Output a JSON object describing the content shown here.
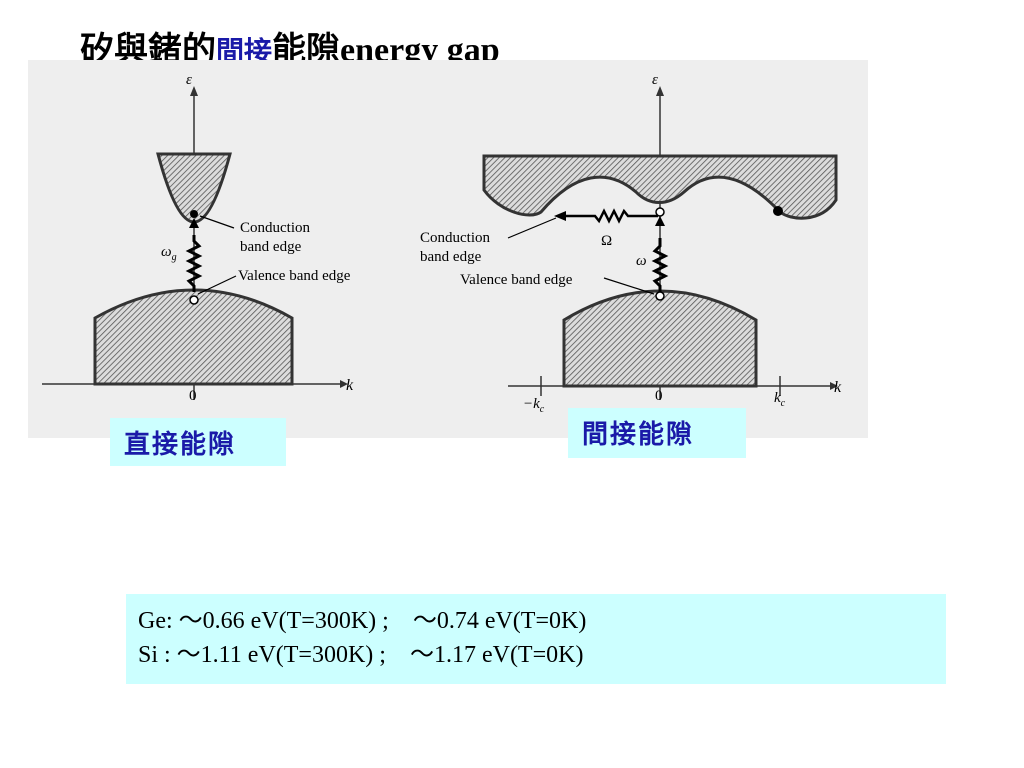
{
  "title": {
    "part1": "矽與鍺的",
    "part2": "間接",
    "part3": "能隙energy gap"
  },
  "diagram": {
    "energy_axis": "ε",
    "k_axis": "k",
    "origin": "0",
    "minus_kc": "−k",
    "plus_kc": "k",
    "kc_sub": "c",
    "omega_g": "ω",
    "omega_g_sub": "g",
    "omega": "ω",
    "Omega": "Ω",
    "conduction_1": "Conduction",
    "conduction_2": "band edge",
    "valence": "Valence band edge"
  },
  "labels": {
    "direct": "直接能隙",
    "indirect": "間接能隙"
  },
  "info": {
    "ge": "Ge: ～0.66 eV(T=300K) ;　～0.74 eV(T=0K)",
    "si": "Si : ～1.11 eV(T=300K) ;　～1.17 eV(T=0K)"
  },
  "colors": {
    "label_bg": "#ccffff",
    "title_blue": "#1a1aa8"
  }
}
